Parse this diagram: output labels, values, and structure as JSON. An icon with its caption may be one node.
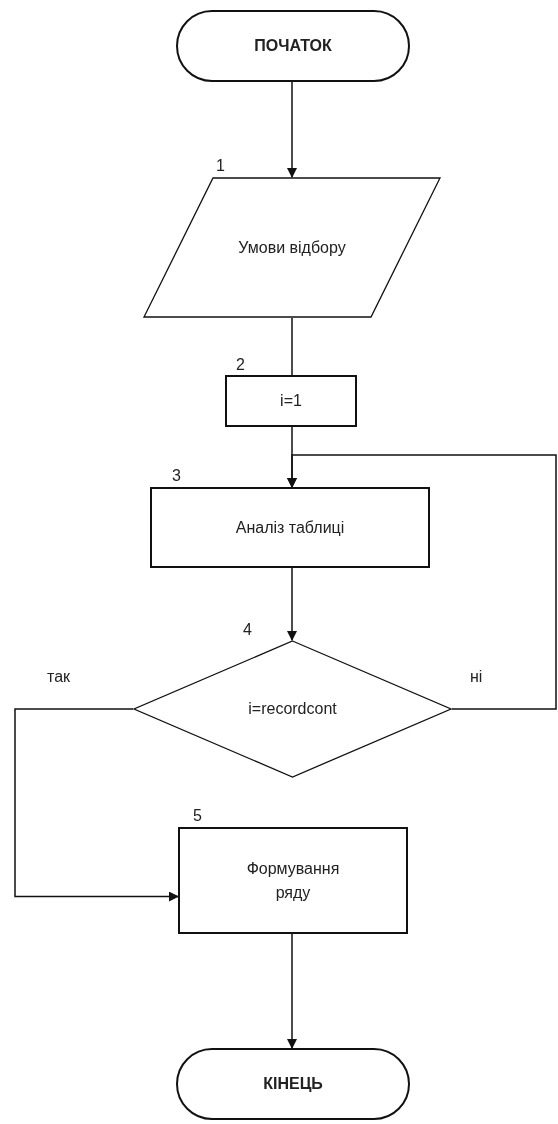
{
  "diagram": {
    "nodes": [
      {
        "text": [
          "ПОЧАТОК"
        ]
      },
      {
        "text": [
          "Умови відбору"
        ],
        "beside": [
          "1"
        ]
      },
      {
        "text": [
          "i=1"
        ],
        "beside": [
          "2"
        ]
      },
      {
        "text": [
          "Аналіз таблиці"
        ],
        "beside": [
          "3"
        ]
      },
      {
        "text": [
          "i=recordcont"
        ],
        "beside": [
          "4"
        ]
      },
      {
        "text": [
          "Формування ряду"
        ],
        "beside": [
          "5"
        ]
      },
      {
        "text": [
          "КІНЕЦЬ"
        ]
      }
    ],
    "edges": [
      {
        "from": 0,
        "to": 1,
        "arrow": "to"
      },
      {
        "from": 1,
        "to": 2,
        "arrow": "none"
      },
      {
        "from": 2,
        "to": 3,
        "arrow": "to"
      },
      {
        "from": 3,
        "to": 4,
        "arrow": "to"
      },
      {
        "from": 4,
        "to": 5,
        "label": "так",
        "arrow": "to"
      },
      {
        "from": 4,
        "to": 3,
        "label": "ні",
        "arrow": "to"
      },
      {
        "from": 5,
        "to": 6,
        "arrow": "to"
      }
    ]
  }
}
